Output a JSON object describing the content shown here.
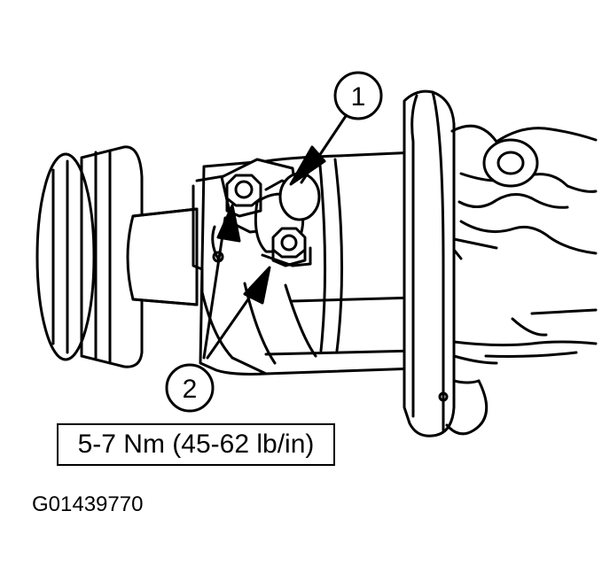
{
  "callouts": [
    {
      "number": "1"
    },
    {
      "number": "2"
    }
  ],
  "torque_spec": "5-7 Nm (45-62 lb/in)",
  "figure_id": "G01439770"
}
